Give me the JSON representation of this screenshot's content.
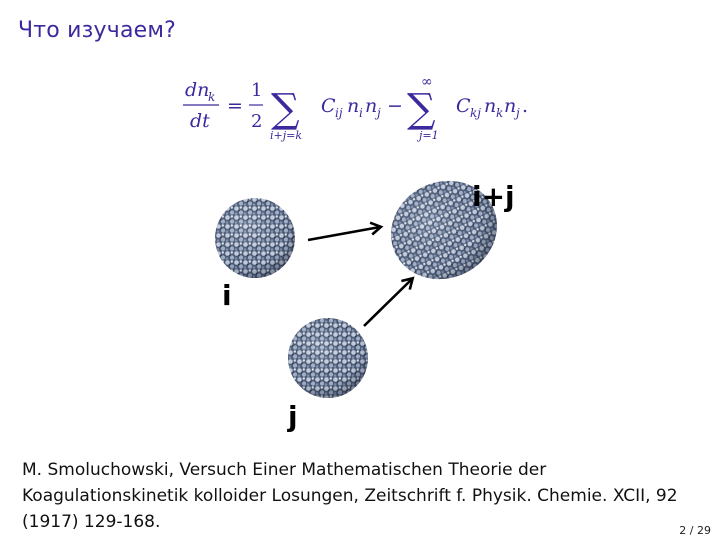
{
  "slide": {
    "title": "Что изучаем?",
    "page_number": "2 / 29"
  },
  "equation": {
    "lhs_numerator": "dn",
    "lhs_numerator_sub": "k",
    "lhs_denominator": "dt",
    "eq_sign": "=",
    "half_num": "1",
    "half_den": "2",
    "sum1_sub": "i+j=k",
    "term1": "C",
    "term1_sub": "ij",
    "term1_rest": "n",
    "minus": "−",
    "sum2_sup": "∞",
    "sum2_sub": "j=1",
    "term2": "C",
    "term2_sub": "kj",
    "term2_rest": "n",
    "period": "."
  },
  "diagram": {
    "label_i": "i",
    "label_j": "j",
    "label_ij": "i+j"
  },
  "reference": {
    "text": "M. Smoluchowski, Versuch Einer Mathematischen Theorie der Koagulationskinetik kolloider Losungen, Zeitschrift f. Physik. Chemie. XCII, 92 (1917) 129-168."
  }
}
